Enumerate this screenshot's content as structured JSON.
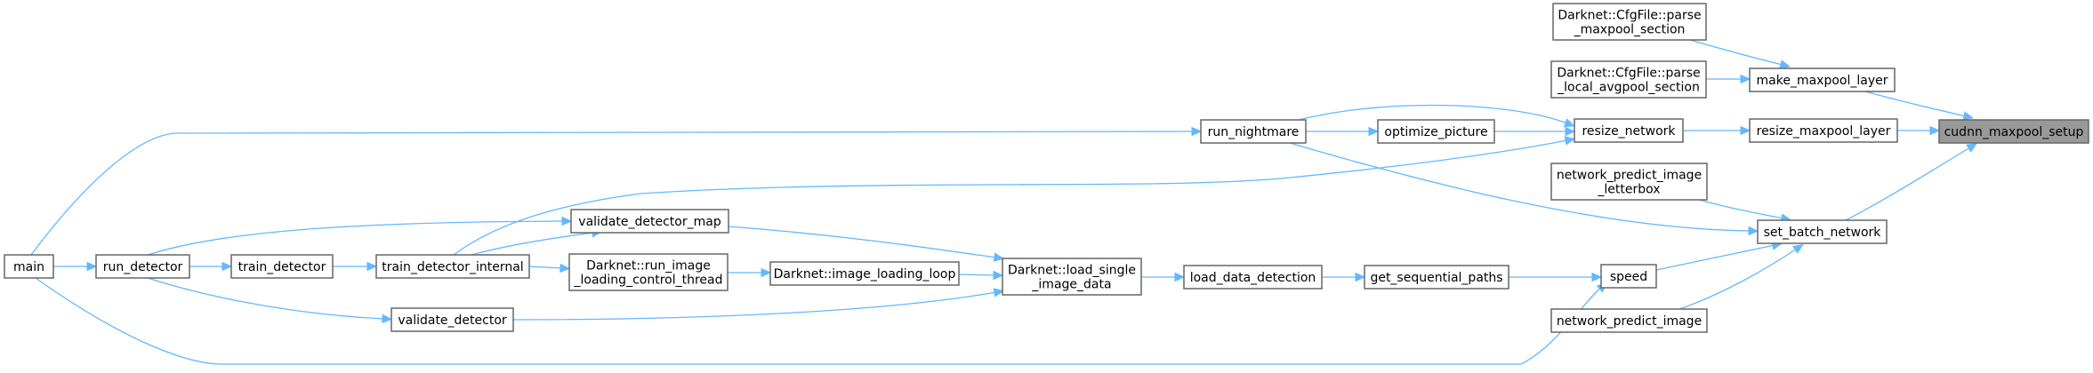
{
  "diagram": {
    "type": "call-graph",
    "colors": {
      "edge": "#63b8ff",
      "node_border": "#666666",
      "root_fill": "#999999",
      "node_fill": "#ffffff"
    },
    "root": "cudnn_maxpool_setup",
    "nodes": [
      {
        "id": "cudnn_maxpool_setup",
        "lines": [
          "cudnn_maxpool_setup"
        ],
        "root": true
      },
      {
        "id": "make_maxpool_layer",
        "lines": [
          "make_maxpool_layer"
        ]
      },
      {
        "id": "resize_maxpool_layer",
        "lines": [
          "resize_maxpool_layer"
        ]
      },
      {
        "id": "set_batch_network",
        "lines": [
          "set_batch_network"
        ]
      },
      {
        "id": "parse_maxpool_section",
        "lines": [
          "Darknet::CfgFile::parse",
          "_maxpool_section"
        ]
      },
      {
        "id": "parse_local_avgpool_section",
        "lines": [
          "Darknet::CfgFile::parse",
          "_local_avgpool_section"
        ]
      },
      {
        "id": "resize_network",
        "lines": [
          "resize_network"
        ]
      },
      {
        "id": "network_predict_image_letterbox",
        "lines": [
          "network_predict_image",
          "_letterbox"
        ]
      },
      {
        "id": "speed",
        "lines": [
          "speed"
        ]
      },
      {
        "id": "network_predict_image",
        "lines": [
          "network_predict_image"
        ]
      },
      {
        "id": "run_nightmare",
        "lines": [
          "run_nightmare"
        ]
      },
      {
        "id": "optimize_picture",
        "lines": [
          "optimize_picture"
        ]
      },
      {
        "id": "get_sequential_paths",
        "lines": [
          "get_sequential_paths"
        ]
      },
      {
        "id": "load_data_detection",
        "lines": [
          "load_data_detection"
        ]
      },
      {
        "id": "load_single_image_data",
        "lines": [
          "Darknet::load_single",
          "_image_data"
        ]
      },
      {
        "id": "validate_detector_map",
        "lines": [
          "validate_detector_map"
        ]
      },
      {
        "id": "run_image_loading_control_thread",
        "lines": [
          "Darknet::run_image",
          "_loading_control_thread"
        ]
      },
      {
        "id": "image_loading_loop",
        "lines": [
          "Darknet::image_loading_loop"
        ]
      },
      {
        "id": "validate_detector",
        "lines": [
          "validate_detector"
        ]
      },
      {
        "id": "train_detector_internal",
        "lines": [
          "train_detector_internal"
        ]
      },
      {
        "id": "train_detector",
        "lines": [
          "train_detector"
        ]
      },
      {
        "id": "run_detector",
        "lines": [
          "run_detector"
        ]
      },
      {
        "id": "main",
        "lines": [
          "main"
        ]
      }
    ],
    "edges": [
      {
        "from": "make_maxpool_layer",
        "to": "cudnn_maxpool_setup"
      },
      {
        "from": "resize_maxpool_layer",
        "to": "cudnn_maxpool_setup"
      },
      {
        "from": "set_batch_network",
        "to": "cudnn_maxpool_setup"
      },
      {
        "from": "parse_maxpool_section",
        "to": "make_maxpool_layer"
      },
      {
        "from": "parse_local_avgpool_section",
        "to": "make_maxpool_layer"
      },
      {
        "from": "resize_network",
        "to": "resize_maxpool_layer"
      },
      {
        "from": "network_predict_image_letterbox",
        "to": "set_batch_network"
      },
      {
        "from": "run_nightmare",
        "to": "set_batch_network"
      },
      {
        "from": "speed",
        "to": "set_batch_network"
      },
      {
        "from": "network_predict_image",
        "to": "set_batch_network"
      },
      {
        "from": "run_nightmare",
        "to": "resize_network"
      },
      {
        "from": "optimize_picture",
        "to": "resize_network"
      },
      {
        "from": "train_detector_internal",
        "to": "resize_network"
      },
      {
        "from": "run_nightmare",
        "to": "optimize_picture"
      },
      {
        "from": "main",
        "to": "run_nightmare"
      },
      {
        "from": "get_sequential_paths",
        "to": "speed"
      },
      {
        "from": "main",
        "to": "speed"
      },
      {
        "from": "load_data_detection",
        "to": "get_sequential_paths"
      },
      {
        "from": "load_single_image_data",
        "to": "load_data_detection"
      },
      {
        "from": "validate_detector_map",
        "to": "load_single_image_data"
      },
      {
        "from": "image_loading_loop",
        "to": "load_single_image_data"
      },
      {
        "from": "validate_detector",
        "to": "load_single_image_data"
      },
      {
        "from": "run_image_loading_control_thread",
        "to": "image_loading_loop"
      },
      {
        "from": "train_detector_internal",
        "to": "run_image_loading_control_thread"
      },
      {
        "from": "run_detector",
        "to": "validate_detector_map"
      },
      {
        "from": "train_detector_internal",
        "to": "validate_detector_map"
      },
      {
        "from": "run_detector",
        "to": "validate_detector"
      },
      {
        "from": "train_detector",
        "to": "train_detector_internal"
      },
      {
        "from": "run_detector",
        "to": "train_detector"
      },
      {
        "from": "main",
        "to": "run_detector"
      }
    ]
  }
}
